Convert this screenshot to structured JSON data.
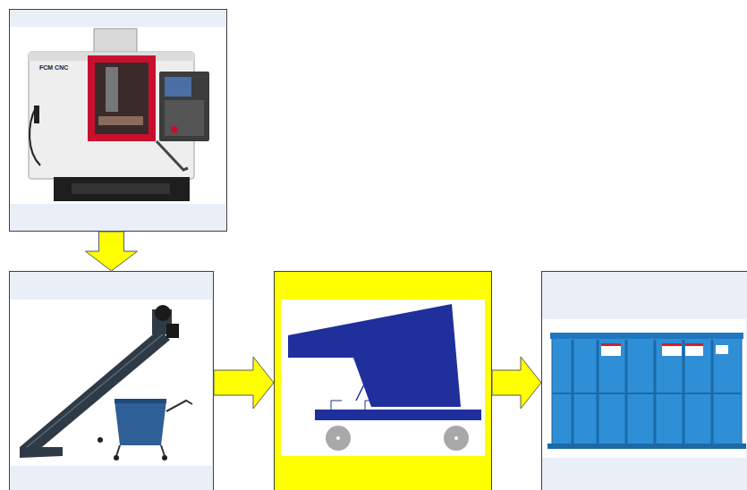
{
  "diagram": {
    "nodes": [
      {
        "text": []
      },
      {
        "text": []
      },
      {
        "text": []
      },
      {
        "text": []
      }
    ],
    "edges": [
      {
        "from": 0,
        "to": 1,
        "arrow": "to"
      },
      {
        "from": 1,
        "to": 2,
        "arrow": "to"
      },
      {
        "from": 2,
        "to": 3,
        "arrow": "to"
      }
    ],
    "labels": [
      "FCM CNC"
    ]
  }
}
